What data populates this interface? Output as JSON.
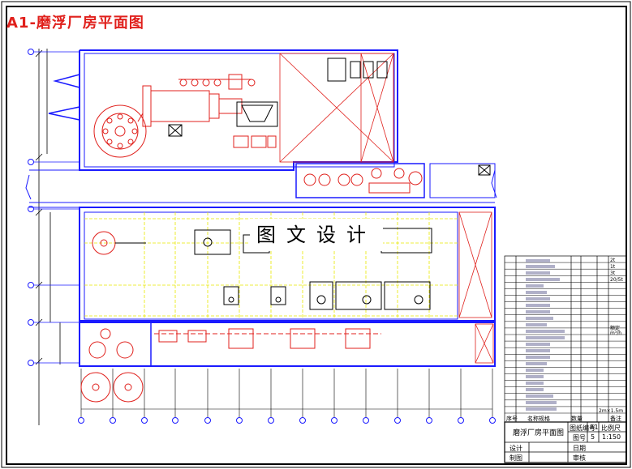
{
  "sheet": {
    "title": "A1-磨浮厂房平面图",
    "watermark": "图文设计"
  },
  "title_block": {
    "drawing_name": "磨浮厂房平面图",
    "drawing_no_label": "图纸编号",
    "drawing_no_value": "A1",
    "sheet_label": "图号",
    "sheet_value": "5",
    "scale_label": "比例尺",
    "scale_value": "1:150",
    "design_label": "设计",
    "drawing_label": "制图",
    "date_label": "日期",
    "review_label": "审核",
    "table_header_no": "序号",
    "table_header_name": "名称规格",
    "table_header_qty": "数量",
    "table_header_note": "备注",
    "notes_visible": [
      "2t",
      "1t",
      "3t",
      "20/5t",
      "额定",
      "m³/h",
      "2m×1.5m"
    ]
  },
  "colors": {
    "wall": "#1a1aff",
    "equipment": "#e0201c",
    "dimension": "#000000",
    "axis_grid": "#e8e800",
    "background": "#ffffff"
  },
  "legend_rows": 24
}
